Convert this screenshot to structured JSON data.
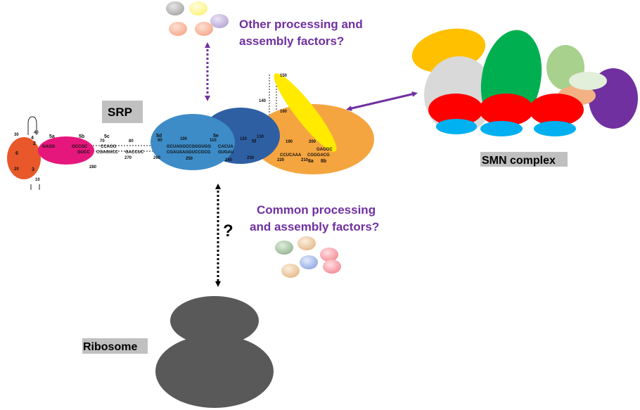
{
  "labels": {
    "srp": "SRP",
    "smn_complex": "SMN complex",
    "ribosome": "Ribosome",
    "other_factors_line1": "Other processing and",
    "other_factors_line2": "assembly factors?",
    "common_factors_line1": "Common processing",
    "common_factors_line2": "and assembly factors?",
    "question_mark": "?"
  },
  "srp_rna": {
    "helix_labels": [
      "5a",
      "5b",
      "5c",
      "5d",
      "5e",
      "5f",
      "8a",
      "8b",
      "2",
      "3",
      "4",
      "6"
    ],
    "position_numbers": [
      "30",
      "40",
      "20",
      "10",
      "70",
      "80",
      "90",
      "100",
      "110",
      "120",
      "130",
      "140",
      "150",
      "160",
      "190",
      "200",
      "210",
      "220",
      "230",
      "240",
      "250",
      "260",
      "270",
      "280"
    ],
    "sequence_fragments": [
      "GAGG",
      "GCCGC",
      "CCAGG",
      "GUCC",
      "CGAGUCC",
      "GACCUC",
      "GCUAGGC",
      "CGAUAAG",
      "CGGGUGG",
      "GUCCGCG",
      "CACUA",
      "GUGAU",
      "CCUCAAA",
      "CGGGACG",
      "GAGGC"
    ]
  },
  "srp_protein_colors": {
    "domain_red_orange": "#e8582a",
    "domain_magenta": "#e5177c",
    "domain_light_blue": "#3d8cc8",
    "domain_dark_blue": "#2e5fa3",
    "domain_orange": "#f5a540",
    "domain_yellow": "#ffea00"
  },
  "smn_complex_colors": [
    "#ffc000",
    "#d9d9d9",
    "#00b050",
    "#a9d18e",
    "#e2efda",
    "#f4b183",
    "#7030a0",
    "#ff0000",
    "#00b0f0"
  ],
  "ribosome_color": "#595959",
  "accent_color": "#7030a0",
  "label_box_color": "#c0c0c0"
}
